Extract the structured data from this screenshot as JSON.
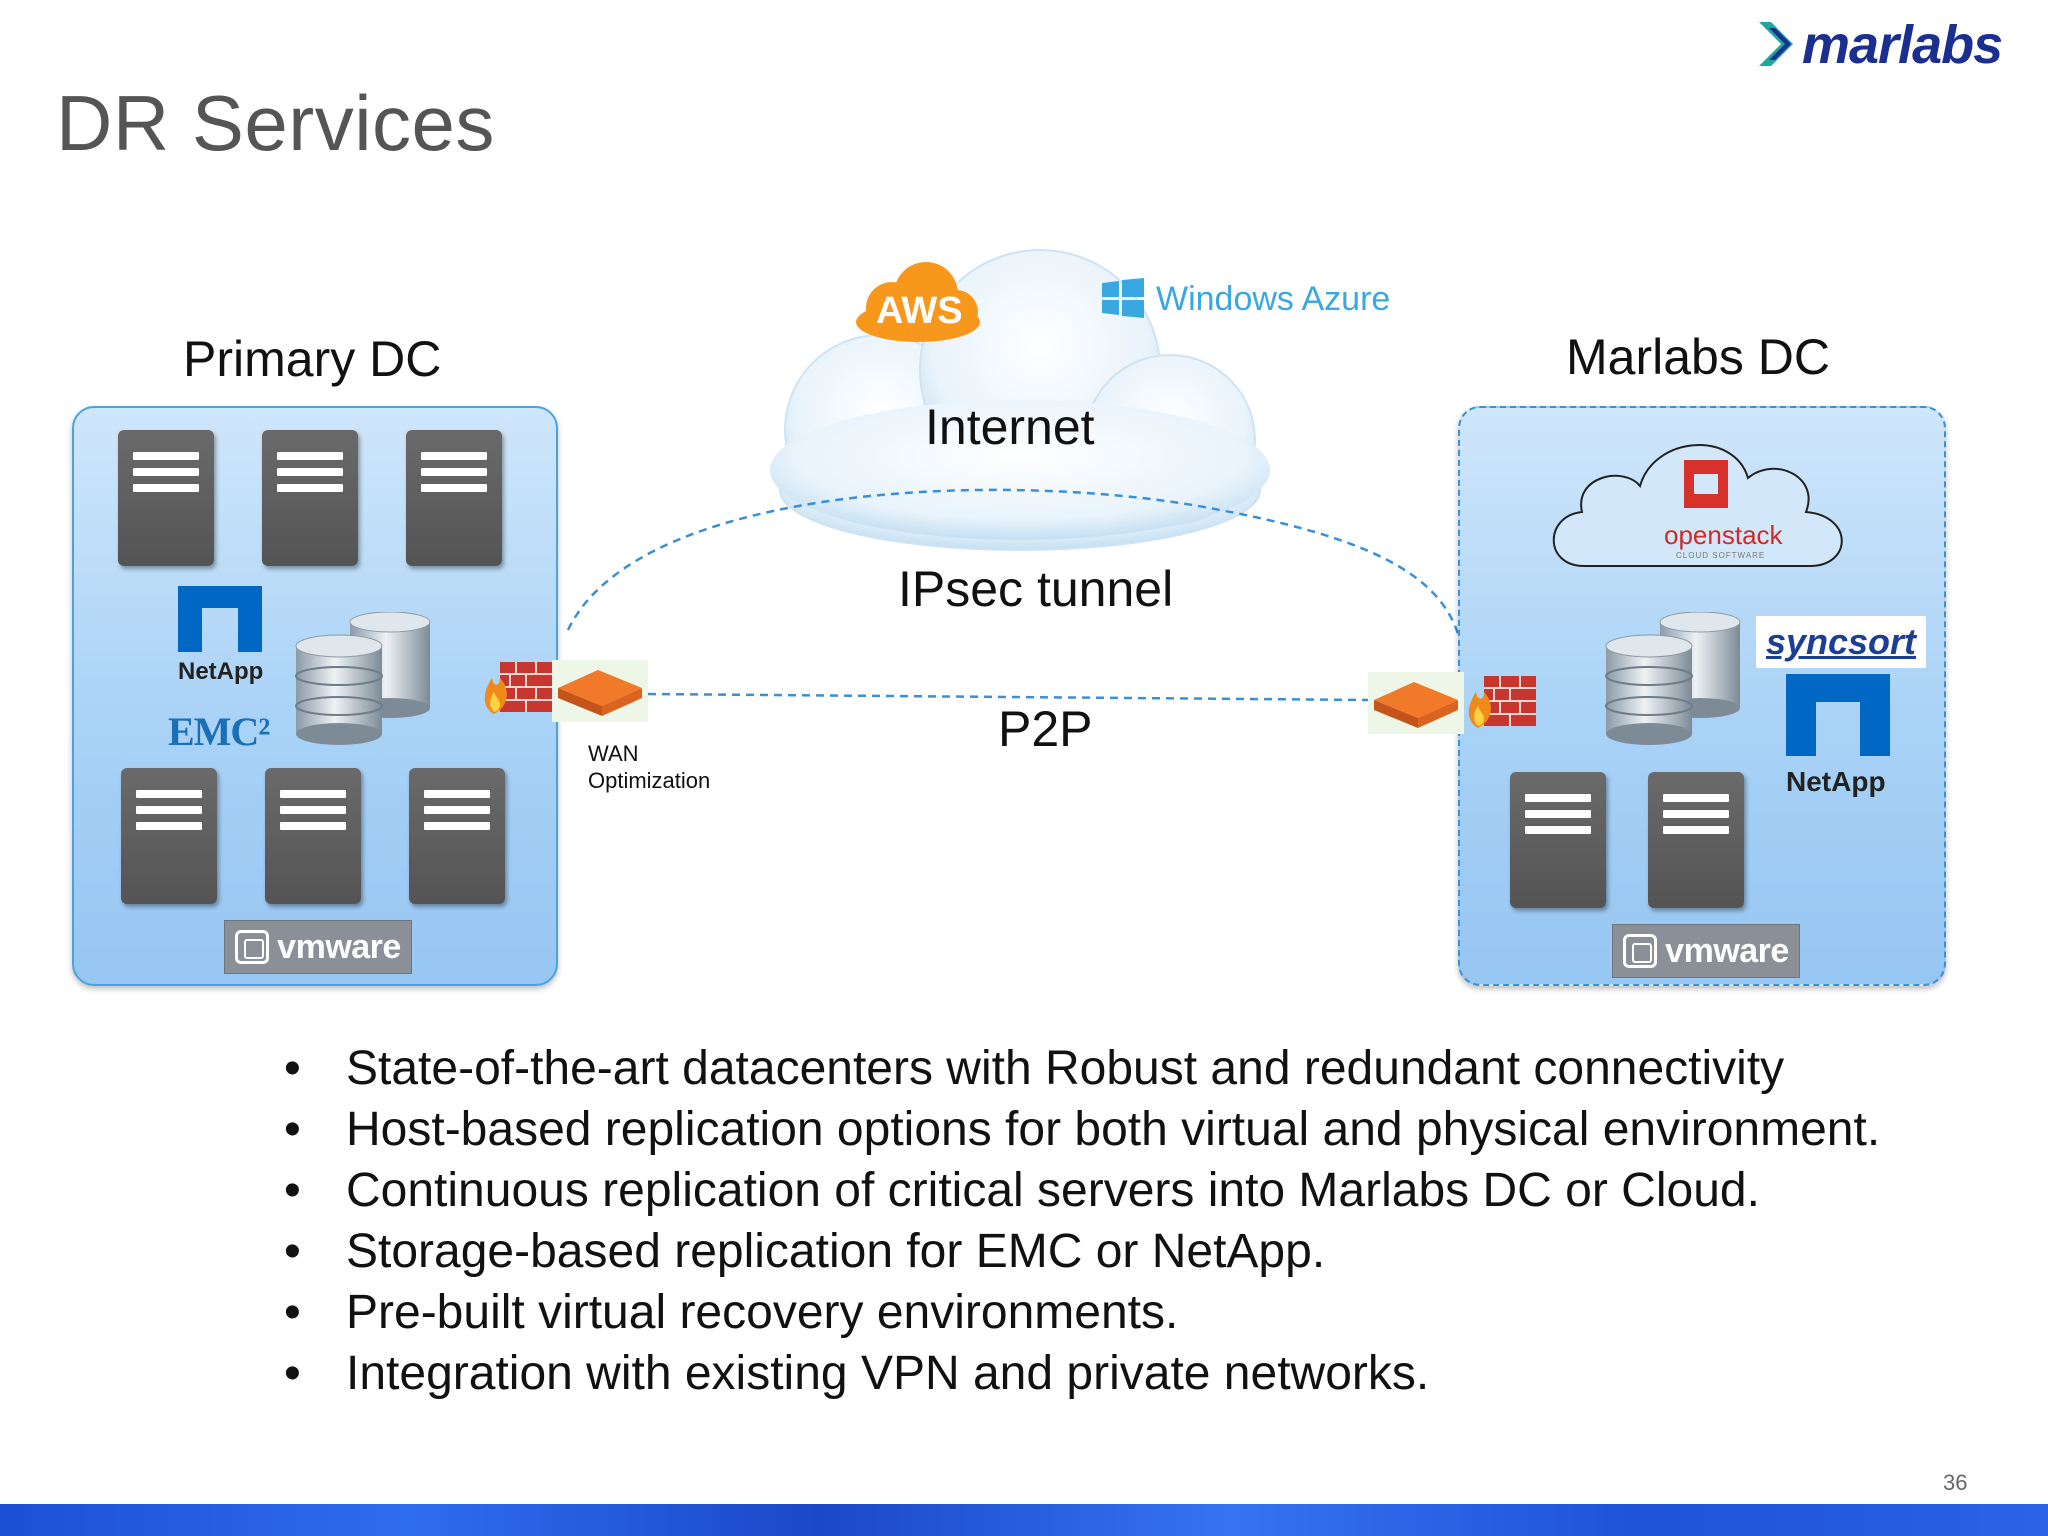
{
  "slide": {
    "title": "DR Services",
    "logo": "marlabs",
    "page_number": "36"
  },
  "diagram": {
    "primary_dc": {
      "label": "Primary DC",
      "netapp": "NetApp",
      "emc": "EMC²",
      "vmware": "vmware"
    },
    "marlabs_dc": {
      "label": "Marlabs DC",
      "openstack": "openstack",
      "openstack_sub": "CLOUD SOFTWARE",
      "syncsort": "syncsort",
      "netapp": "NetApp",
      "vmware": "vmware"
    },
    "cloud": {
      "internet": "Internet",
      "aws": "AWS",
      "azure": "Windows Azure"
    },
    "links": {
      "ipsec": "IPsec tunnel",
      "p2p": "P2P",
      "wan_line1": "WAN",
      "wan_line2": "Optimization"
    }
  },
  "bullets": [
    "State-of-the-art datacenters with Robust and redundant connectivity",
    "Host-based replication options for both virtual and physical environment.",
    "Continuous replication of critical servers into Marlabs DC or Cloud.",
    "Storage-based replication for EMC or NetApp.",
    "Pre-built virtual recovery environments.",
    "Integration with existing VPN and private networks."
  ],
  "colors": {
    "title": "#555555",
    "panel_border": "#4aa3e0",
    "dashed_link": "#3b8fd4",
    "brand_blue": "#1a2f8f",
    "aws_orange": "#f7981d",
    "azure_blue": "#3aa8e0"
  }
}
